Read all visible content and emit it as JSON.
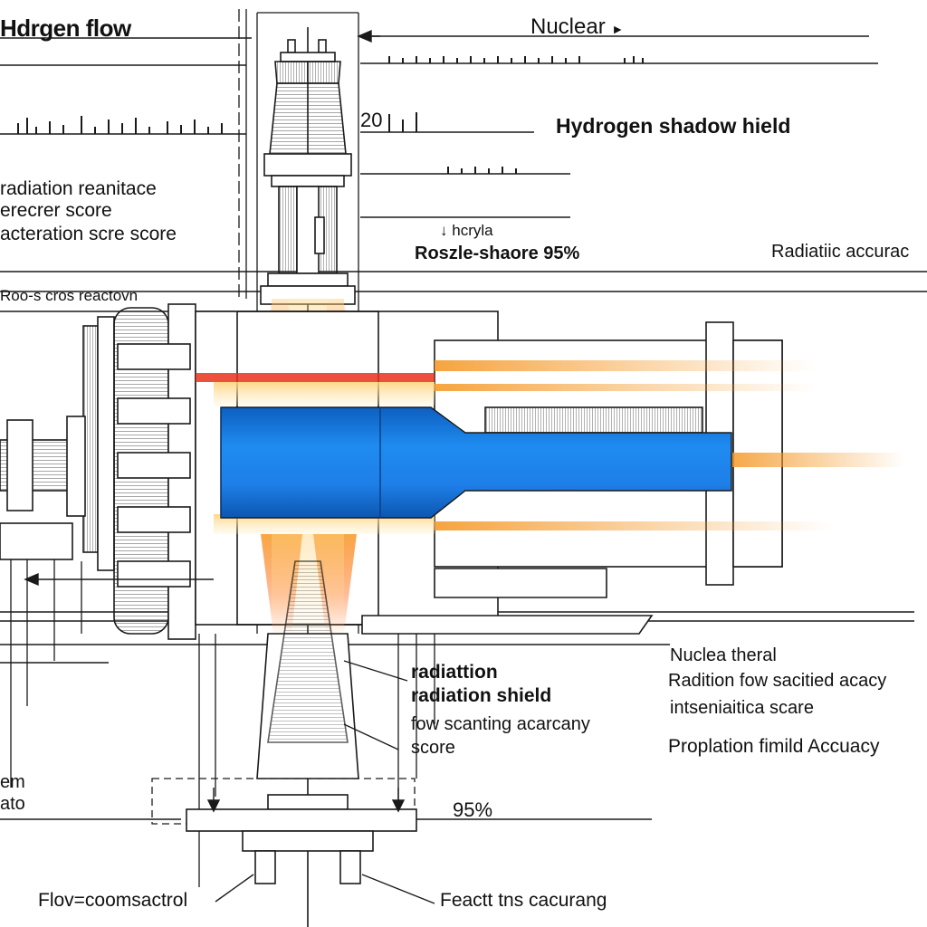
{
  "labels": {
    "hydrogen_flow": "Hdrgen flow",
    "nuclear": "Nuclear",
    "hydrogen_shadow_shield": "Hydrogen shadow hield",
    "gauge_mark": "20",
    "radiation_resistance": "radiation reanitace",
    "recrecr_score": "erecrer score",
    "acceleration_score": "acteration scre score",
    "hcryla": "hcryla",
    "nozzle_share": "Roszle-shaore 95%",
    "radiatic_accuracy": "Radiatiic accurac",
    "cross_reactor": "Roo-s cros reactovn",
    "nuclea_theral": "Nuclea theral",
    "radition_flow": "Radition fow sacitied acacy",
    "intsen_scare": "intseniaitica scare",
    "radiation_1": "radiattion",
    "radiation_shield": "radiation shield",
    "flow_scanning_1": "fow scanting acarcany",
    "flow_scanning_2": "score",
    "propulsion_field": "Proplation fimild Accuacy",
    "em": "em",
    "ato": "ato",
    "percent_95": "95%",
    "flow_control": "Flov=coomsactrol",
    "react_caucurang": "Feactt tns cacurang"
  },
  "colors": {
    "ink": "#1a1a1a",
    "coolant_blue": "#1e7fe8",
    "coolant_blue_dark": "#0f5fc2",
    "heat_orange": "#f59a2a",
    "heat_red": "#e8321a",
    "heat_yellow": "#ffd27a"
  },
  "icons": {
    "nuclear_arrow": "right-arrow-icon",
    "hcryla_arrow": "down-arrow-icon"
  }
}
